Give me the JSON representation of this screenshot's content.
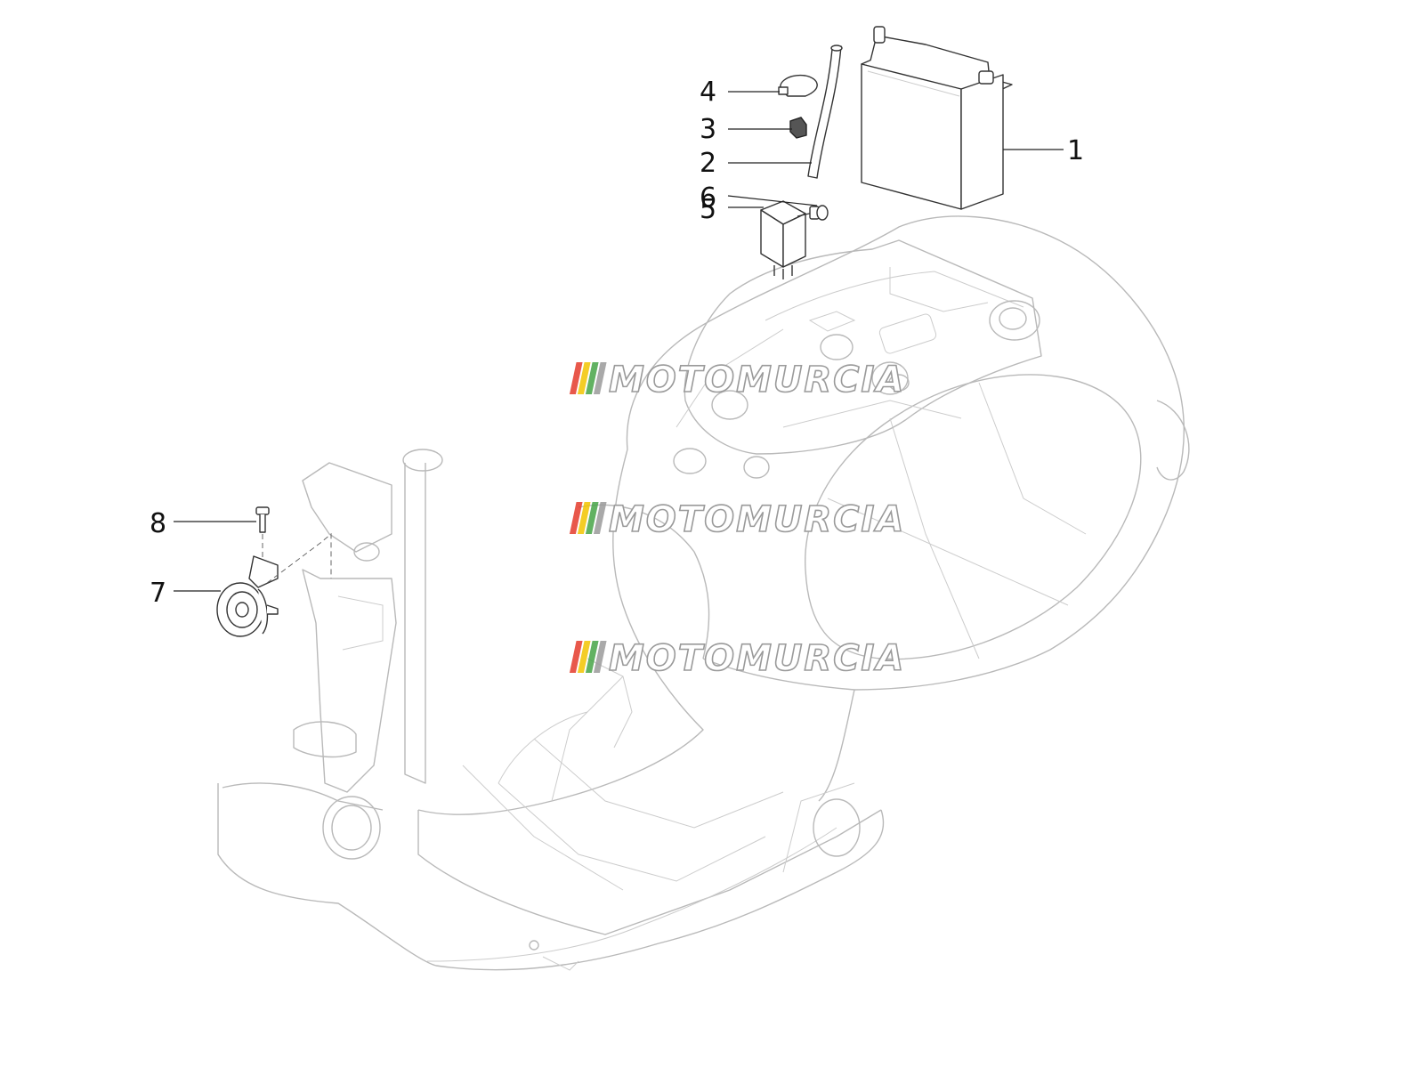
{
  "watermark": {
    "text": "MOTOMURCIA",
    "stripe_colors": [
      "#e43b2c",
      "#f2c400",
      "#46a546",
      "#9a9a9a"
    ]
  },
  "callouts": [
    {
      "id": "1",
      "label": "1",
      "part": "battery"
    },
    {
      "id": "2",
      "label": "2",
      "part": "battery-breather-tube"
    },
    {
      "id": "3",
      "label": "3",
      "part": "tube-clip"
    },
    {
      "id": "4",
      "label": "4",
      "part": "cable-tie"
    },
    {
      "id": "5",
      "label": "5",
      "part": "relay"
    },
    {
      "id": "6",
      "label": "6",
      "part": "screw"
    },
    {
      "id": "7",
      "label": "7",
      "part": "horn"
    },
    {
      "id": "8",
      "label": "8",
      "part": "horn-bolt"
    }
  ]
}
